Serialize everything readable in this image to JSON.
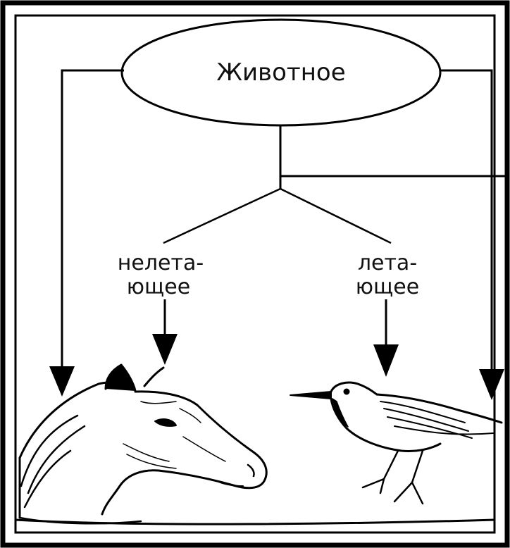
{
  "diagram": {
    "root_label": "Животное",
    "branches": [
      {
        "line1": "нелета-",
        "line2": "ющее"
      },
      {
        "line1": "лета-",
        "line2": "ющее"
      }
    ],
    "images": [
      {
        "icon": "horse-head-illustration"
      },
      {
        "icon": "bird-illustration"
      }
    ]
  }
}
